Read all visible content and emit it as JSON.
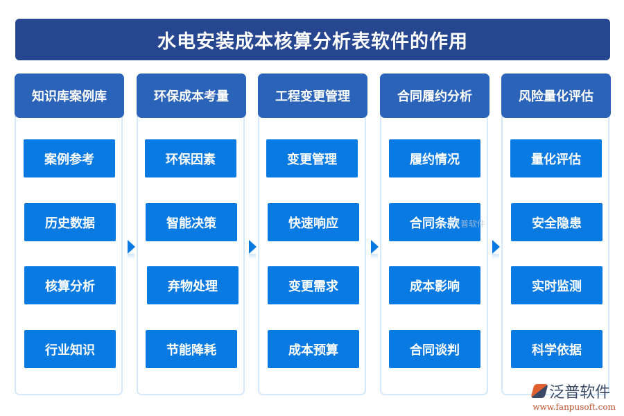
{
  "title": "水电安装成本核算分析表软件的作用",
  "columns": [
    {
      "header": "知识库案例库",
      "items": [
        "案例参考",
        "历史数据",
        "核算分析",
        "行业知识"
      ]
    },
    {
      "header": "环保成本考量",
      "items": [
        "环保因素",
        "智能决策",
        "弃物处理",
        "节能降耗"
      ]
    },
    {
      "header": "工程变更管理",
      "items": [
        "变更管理",
        "快速响应",
        "变更需求",
        "成本预算"
      ]
    },
    {
      "header": "合同履约分析",
      "items": [
        "履约情况",
        "合同条款",
        "成本影响",
        "合同谈判"
      ]
    },
    {
      "header": "风险量化评估",
      "items": [
        "量化评估",
        "安全隐患",
        "实时监测",
        "科学依据"
      ]
    }
  ],
  "watermark": "泛普软件",
  "logo": {
    "name": "泛普软件",
    "url": "www.fanpusoft.com"
  },
  "colors": {
    "title_bg": "#26468f",
    "header_bg": "#2a63b8",
    "item_bg": "#0a7ae3",
    "border": "#d6e8fb"
  }
}
